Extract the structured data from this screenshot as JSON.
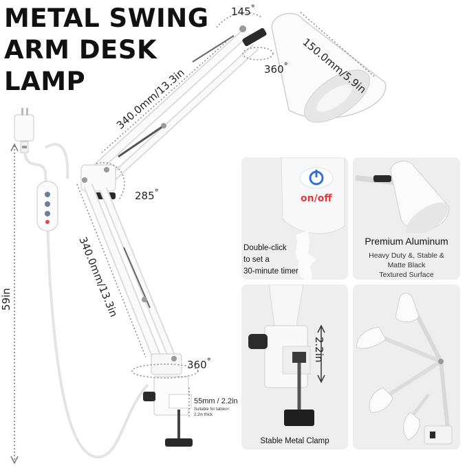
{
  "title": {
    "line1": "METAL SWING",
    "line2": "ARM DESK",
    "line3": "LAMP"
  },
  "dimensions": {
    "shade_angle": "145",
    "shade_length": "150.0mm/5.9in",
    "shade_rotation": "360",
    "upper_arm": "340.0mm/13.3in",
    "elbow_angle": "285",
    "lower_arm": "340.0mm/13.3in",
    "base_rotation": "360",
    "cord_length": "59in",
    "clamp_opening": "55mm / 2.2in",
    "clamp_note": "Suitable for tables< 2.2in thick"
  },
  "panels": {
    "switch": {
      "button_label": "on/off",
      "caption": "Double-click to set a 30-minute timer",
      "caption_lines": [
        "Double-click",
        "to set a",
        "30-minute timer"
      ]
    },
    "material": {
      "heading": "Premium Aluminum",
      "lines": [
        "Heavy Duty &, Stable &",
        "Matte Black",
        "Textured Surface"
      ]
    },
    "clamp": {
      "measure": "2.2in",
      "caption": "Stable Metal Clamp"
    },
    "positions": {}
  },
  "colors": {
    "power_icon": "#2f6fd8",
    "power_label": "#e0383e",
    "panel_bg": "#eeeeee",
    "lamp": "#ffffff"
  },
  "icons": [
    "power-icon",
    "usb-plug-icon",
    "dimmer-switch-icon",
    "clamp-icon"
  ]
}
